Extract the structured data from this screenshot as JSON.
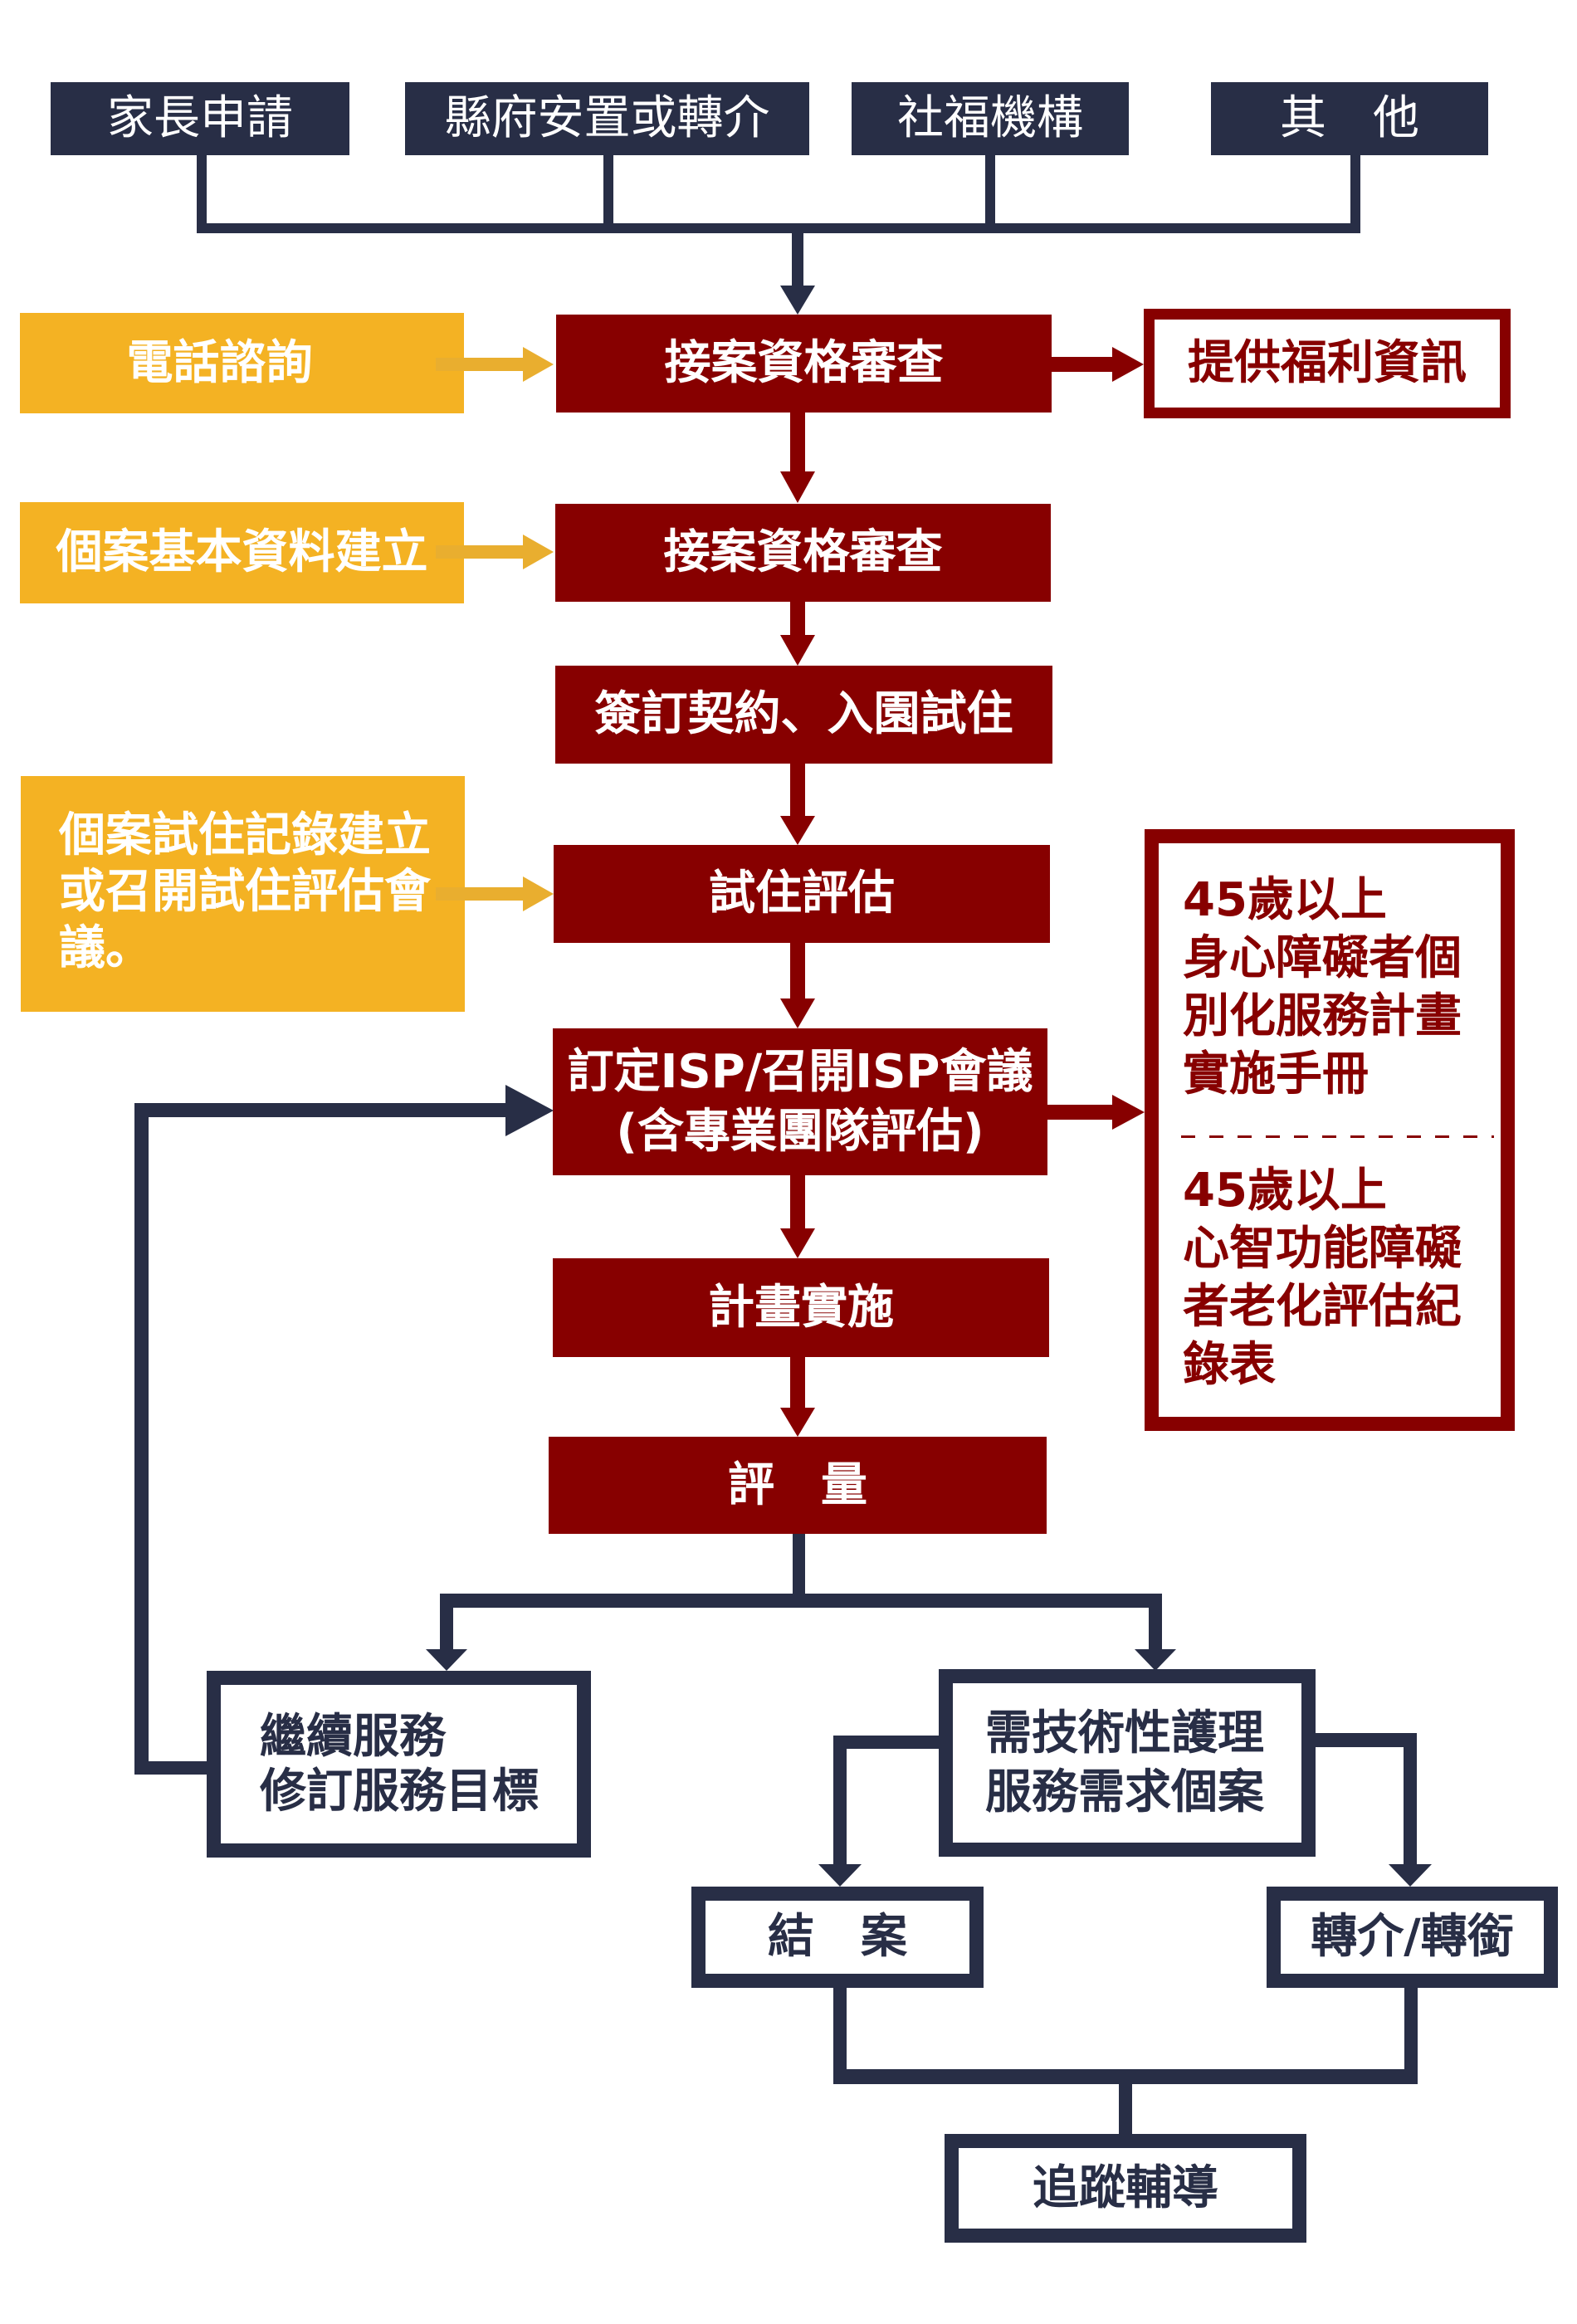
{
  "colors": {
    "navy": "#282E46",
    "red": "#870000",
    "yellow": "#F4B223",
    "yellow_arrow": "#E9AE2F",
    "white": "#FFFFFF",
    "background": "#FFFFFF"
  },
  "sources": [
    "家長申請",
    "縣府安置或轉介",
    "社福機構",
    "其　他"
  ],
  "side_inputs": {
    "phone_consult": "電話諮詢",
    "basic_record": "個案基本資料建立",
    "trial_record": {
      "lines": [
        "個案試住記錄建立",
        "或召開試住評估會",
        "議。"
      ]
    }
  },
  "main_steps": [
    {
      "lines": [
        "接案資格審查"
      ]
    },
    {
      "lines": [
        "接案資格審查"
      ]
    },
    {
      "lines": [
        "簽訂契約、入園試住"
      ]
    },
    {
      "lines": [
        "試住評估"
      ]
    },
    {
      "lines": [
        "訂定ISP/召開ISP會議",
        "(含專業團隊評估)"
      ]
    },
    {
      "lines": [
        "計畫實施"
      ]
    },
    {
      "lines": [
        "評　量"
      ]
    }
  ],
  "welfare_info": "提供福利資訊",
  "reference_forms": [
    {
      "lines": [
        "45歲以上",
        "身心障礙者個",
        "別化服務計畫",
        "實施手冊"
      ]
    },
    {
      "lines": [
        "45歲以上",
        "心智功能障礙",
        "者老化評估紀",
        "錄表"
      ]
    }
  ],
  "outcomes": {
    "continue_service": {
      "lines": [
        "繼續服務",
        "修訂服務目標"
      ]
    },
    "nursing_needs": {
      "lines": [
        "需技術性護理",
        "服務需求個案"
      ]
    },
    "case_closed": "結　案",
    "referral": "轉介/轉銜",
    "follow_up": "追蹤輔導"
  }
}
